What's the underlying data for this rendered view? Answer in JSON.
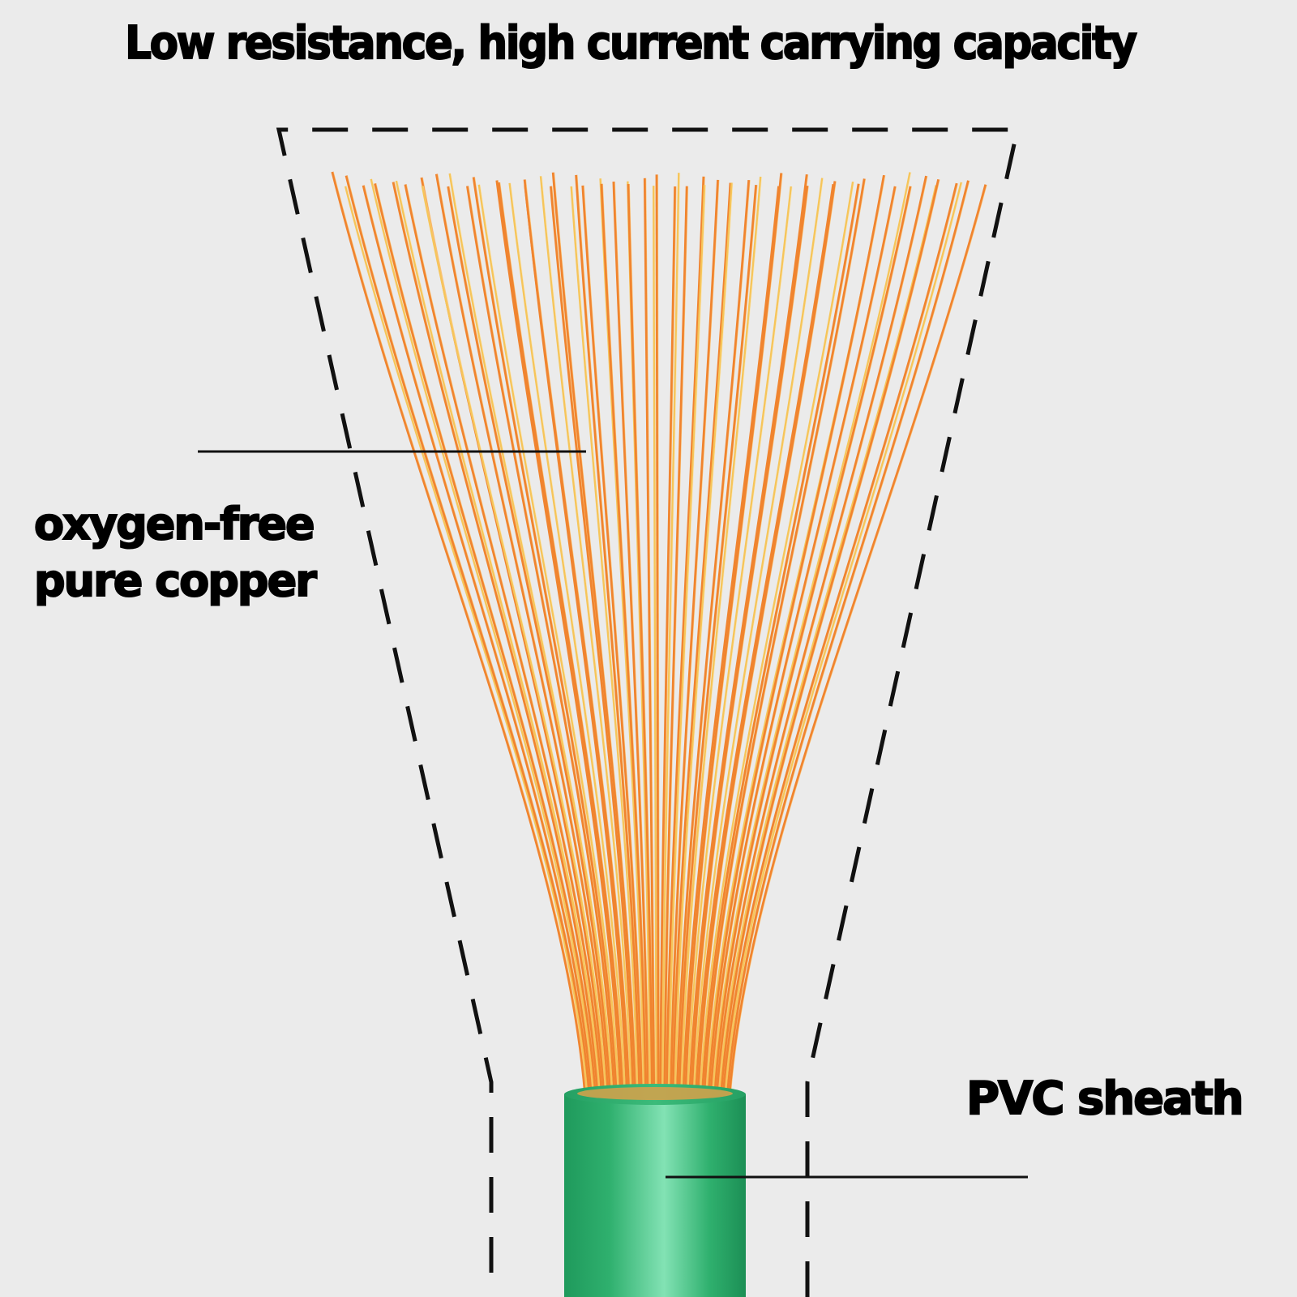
{
  "headline": "Low resistance, high current carrying capacity",
  "labels": {
    "copper_line1": "oxygen-free",
    "copper_line2": "pure copper",
    "sheath": "PVC sheath"
  },
  "colors": {
    "background": "#ebebeb",
    "text": "#000000",
    "copper_orange": "#f0842f",
    "copper_gold": "#f6c55a",
    "sheath_green": "#2fb06e",
    "sheath_highlight": "#82e2b4"
  },
  "illustration": {
    "subject": "stranded copper wire with green sheath",
    "outline": "dashed trapezoid"
  }
}
